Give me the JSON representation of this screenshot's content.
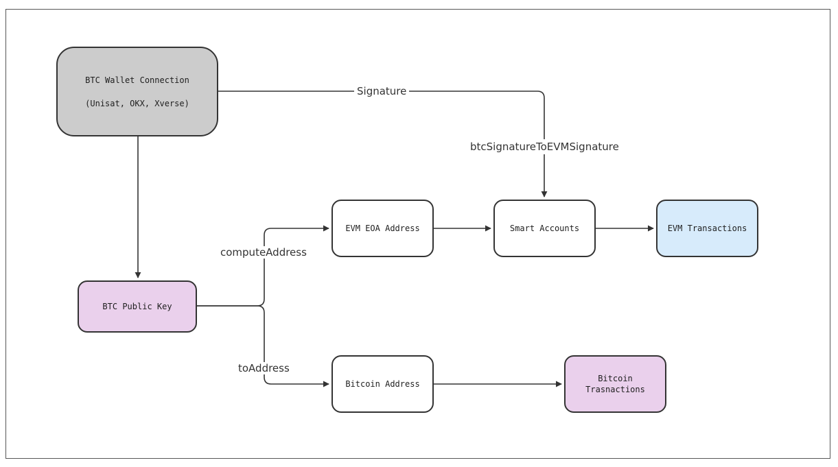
{
  "colors": {
    "wallet_fill": "#cccccc",
    "btc_fill": "#ead0ec",
    "evm_tx_fill": "#d7ebfb",
    "default_fill": "#ffffff",
    "stroke": "#333333"
  },
  "nodes": {
    "wallet_line1": "BTC Wallet Connection",
    "wallet_line2": "(Unisat, OKX, Xverse)",
    "btc_public_key": "BTC Public Key",
    "evm_eoa_address": "EVM EOA Address",
    "smart_accounts": "Smart Accounts",
    "evm_transactions": "EVM Transactions",
    "bitcoin_address": "Bitcoin Address",
    "bitcoin_transactions_line1": "Bitcoin",
    "bitcoin_transactions_line2": "Trasnactions"
  },
  "edges": {
    "signature": "Signature",
    "btc_signature_to_evm": "btcSignatureToEVMSignature",
    "compute_address": "computeAddress",
    "to_address": "toAddress"
  }
}
